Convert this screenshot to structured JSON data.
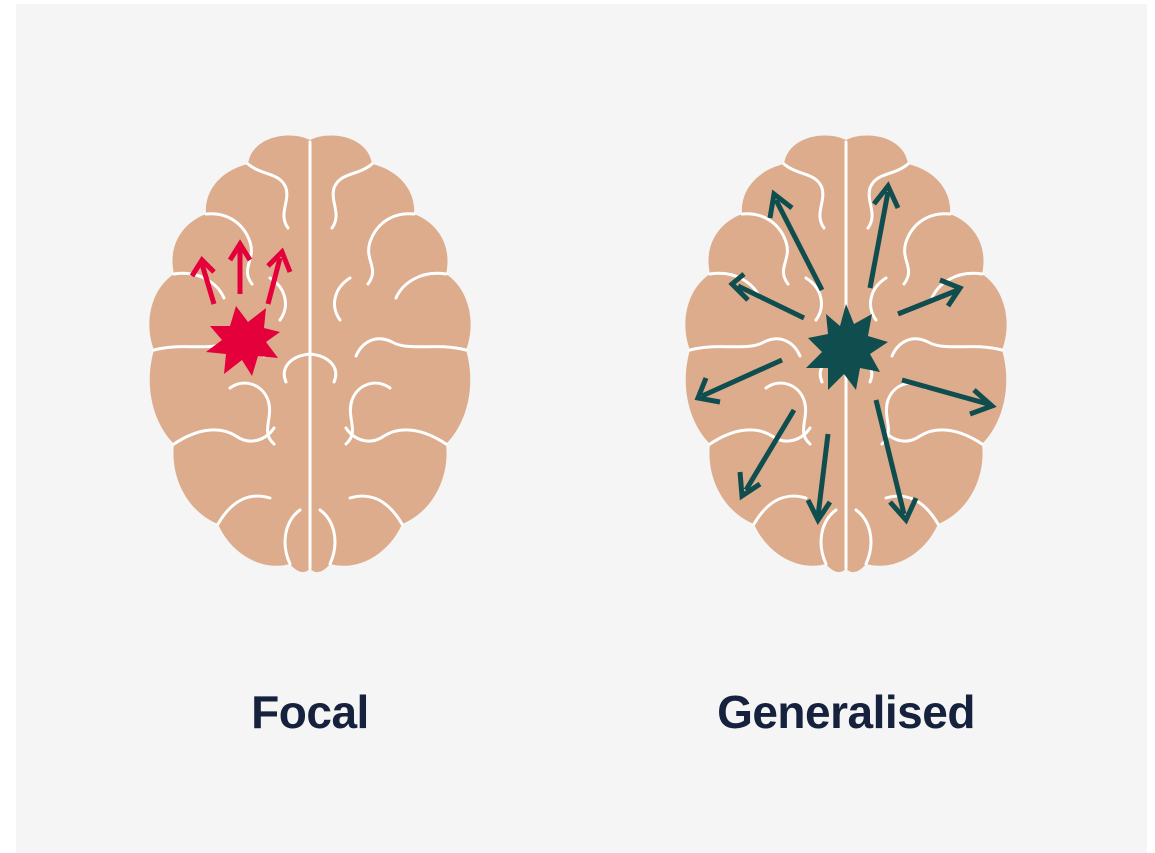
{
  "diagrams": [
    {
      "id": "focal",
      "label": "Focal",
      "seizure_color": "#e4003b",
      "origin": "left-frontal",
      "spread": "local"
    },
    {
      "id": "generalised",
      "label": "Generalised",
      "seizure_color": "#0f4d4f",
      "origin": "centre",
      "spread": "whole-brain"
    }
  ],
  "colors": {
    "background": "#f5f5f5",
    "brain": "#dcac8c",
    "sulci": "#ffffff",
    "label": "#15213d"
  }
}
